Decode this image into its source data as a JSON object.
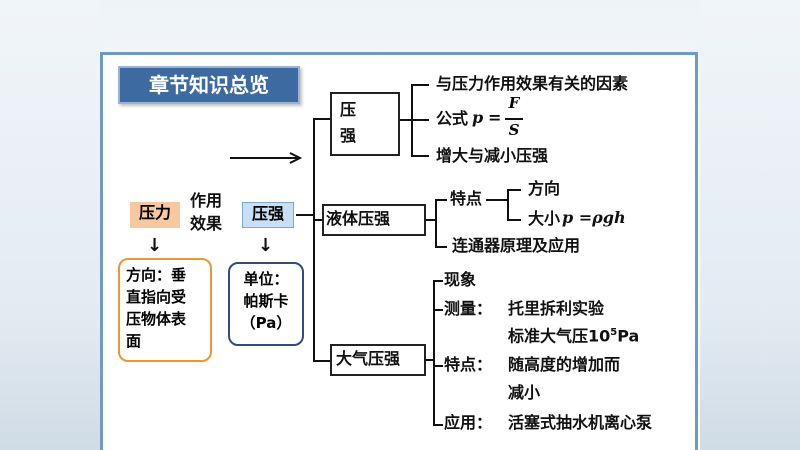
{
  "title": "章节知识总览",
  "left": {
    "force_tag": "压力",
    "effect_line1": "作用",
    "effect_line2": "效果",
    "pressure_tag": "压强",
    "direction_box": [
      "方向：垂",
      "直指向受",
      "压物体表",
      "面"
    ],
    "unit_box": [
      "单位：",
      "帕斯卡",
      "（Pa）"
    ],
    "down_arrow": "↓"
  },
  "branch_pressure": {
    "label_line1": "压",
    "label_line2": "强",
    "item1": "与压力作用效果有关的因素",
    "formula_prefix": "公式",
    "formula_p": "p",
    "formula_eq": "=",
    "formula_num": "F",
    "formula_den": "S",
    "item3": "增大与减小压强"
  },
  "branch_liquid": {
    "label": "液体压强",
    "feature_label": "特点",
    "feature_dir": "方向",
    "feature_size_prefix": "大小",
    "feature_size_formula": "p =ρgh",
    "connector": "连通器原理及应用"
  },
  "branch_air": {
    "label": "大气压强",
    "phenomenon": "现象",
    "measure_label": "测量：",
    "measure_1": "托里拆利实验",
    "measure_2_pre": "标准大气压10",
    "measure_2_sup": "5",
    "measure_2_post": "Pa",
    "feature_label": "特点：",
    "feature_1": "随高度的增加而",
    "feature_2": "减小",
    "apply_label": "应用：",
    "apply_text": "活塞式抽水机离心泵"
  },
  "colors": {
    "title_bg": "#3d6aa0",
    "force_tag_bg": "#f8c9a0",
    "pressure_tag_bg": "#c9dff5",
    "direction_border": "#e8973a",
    "unit_border": "#2f4f7a",
    "board_border": "#6e9bc3"
  }
}
